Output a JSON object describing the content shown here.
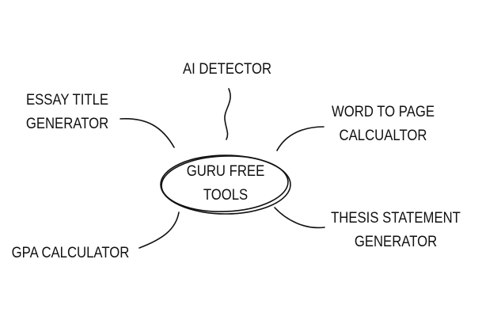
{
  "center": {
    "lines": [
      "GURU FREE",
      "TOOLS"
    ]
  },
  "branches": [
    {
      "id": "ai-detector",
      "lines": [
        "AI DETECTOR"
      ]
    },
    {
      "id": "essay-title-generator",
      "lines": [
        "ESSAY TITLE",
        "GENERATOR"
      ]
    },
    {
      "id": "word-to-page-calculator",
      "lines": [
        "WORD TO PAGE",
        "CALCUALTOR"
      ]
    },
    {
      "id": "thesis-statement-generator",
      "lines": [
        "THESIS STATEMENT",
        "GENERATOR"
      ]
    },
    {
      "id": "gpa-calculator",
      "lines": [
        "GPA CALCULATOR"
      ]
    }
  ],
  "colors": {
    "ink": "#111111",
    "background": "#ffffff"
  }
}
